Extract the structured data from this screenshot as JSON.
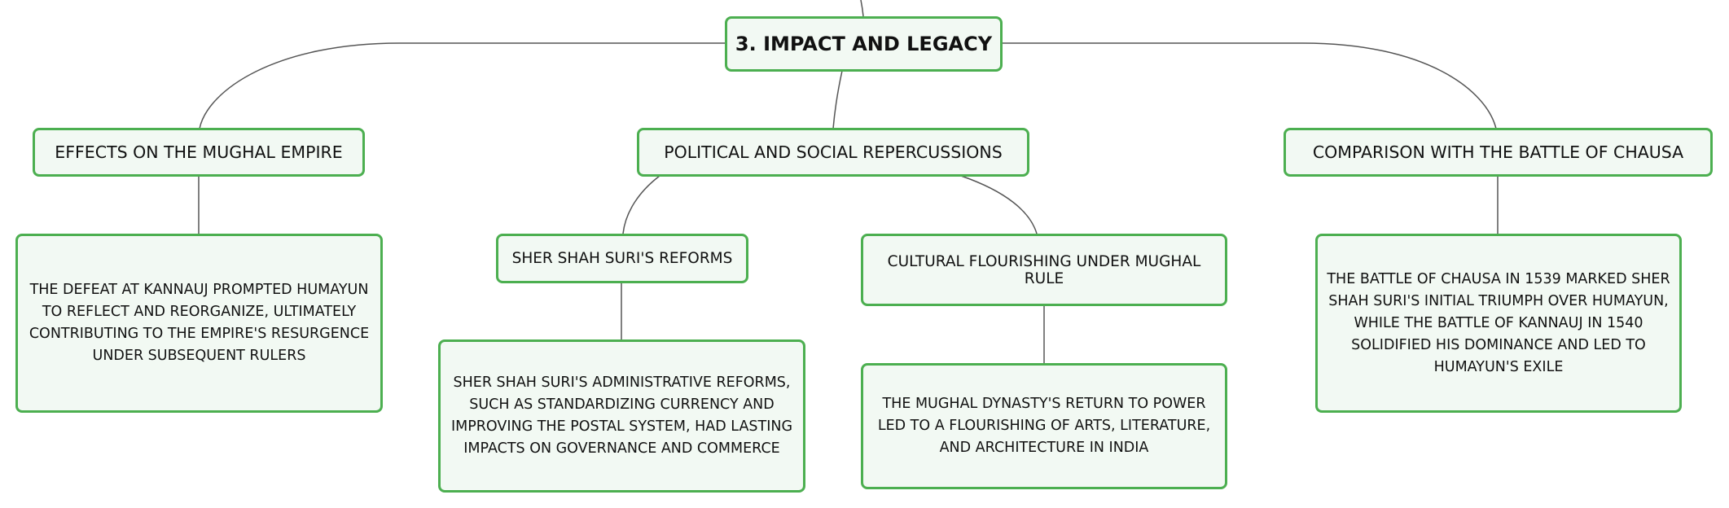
{
  "root": {
    "label": "3. IMPACT AND LEGACY"
  },
  "branches": [
    {
      "label": "EFFECTS ON THE MUGHAL EMPIRE",
      "detail": "THE DEFEAT AT KANNAUJ PROMPTED HUMAYUN TO REFLECT AND REORGANIZE, ULTIMATELY CONTRIBUTING TO THE EMPIRE'S RESURGENCE UNDER SUBSEQUENT RULERS"
    },
    {
      "label": "POLITICAL AND SOCIAL REPERCUSSIONS",
      "children": [
        {
          "label": "SHER SHAH SURI'S REFORMS",
          "detail": "SHER SHAH SURI'S ADMINISTRATIVE REFORMS, SUCH AS STANDARDIZING CURRENCY AND IMPROVING THE POSTAL SYSTEM, HAD LASTING IMPACTS ON GOVERNANCE AND COMMERCE"
        },
        {
          "label": "CULTURAL FLOURISHING UNDER MUGHAL RULE",
          "detail": "THE MUGHAL DYNASTY'S RETURN TO POWER LED TO A FLOURISHING OF ARTS, LITERATURE, AND ARCHITECTURE IN INDIA"
        }
      ]
    },
    {
      "label": "COMPARISON WITH THE BATTLE OF CHAUSA",
      "detail": "THE BATTLE OF CHAUSA IN 1539 MARKED SHER SHAH SURI'S INITIAL TRIUMPH OVER HUMAYUN, WHILE THE BATTLE OF KANNAUJ IN 1540 SOLIDIFIED HIS DOMINANCE AND LED TO HUMAYUN'S EXILE"
    }
  ],
  "colors": {
    "node_border": "#4caf50",
    "node_fill": "#f2f9f3",
    "connector": "#555555"
  }
}
